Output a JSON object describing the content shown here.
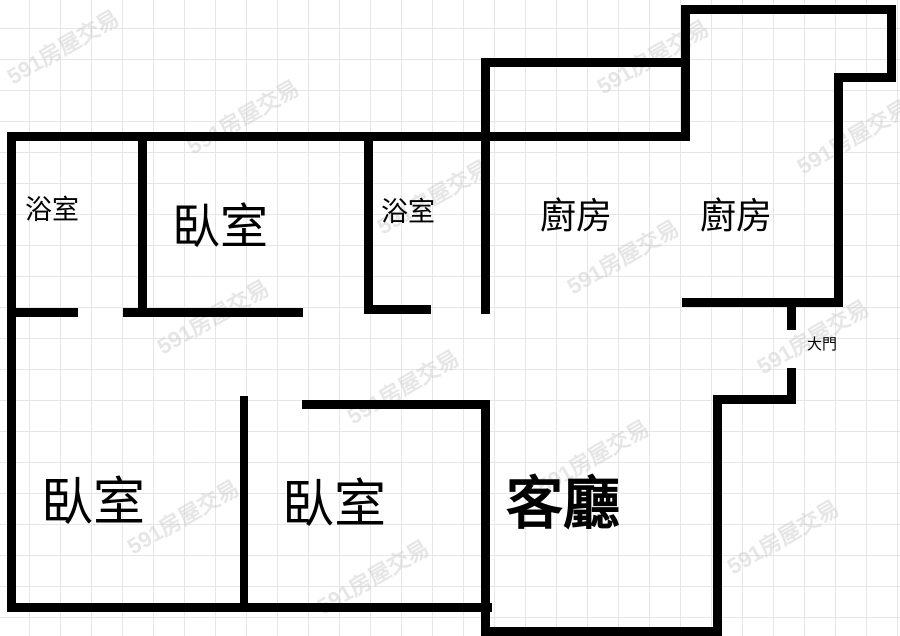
{
  "rooms": {
    "bath_left": {
      "label": "浴室"
    },
    "bedroom_top": {
      "label": "臥室"
    },
    "bath_mid": {
      "label": "浴室"
    },
    "kitchen_1": {
      "label": "廚房"
    },
    "kitchen_2": {
      "label": "廚房"
    },
    "main_door": {
      "label": "大門"
    },
    "bedroom_bottom_left": {
      "label": "臥室"
    },
    "bedroom_bottom_mid": {
      "label": "臥室"
    },
    "living_room": {
      "label": "客廳"
    }
  },
  "watermark": {
    "text": "591房屋交易"
  },
  "colors": {
    "wall": "#000000",
    "grid": "#e6e6e6",
    "background": "#ffffff"
  }
}
